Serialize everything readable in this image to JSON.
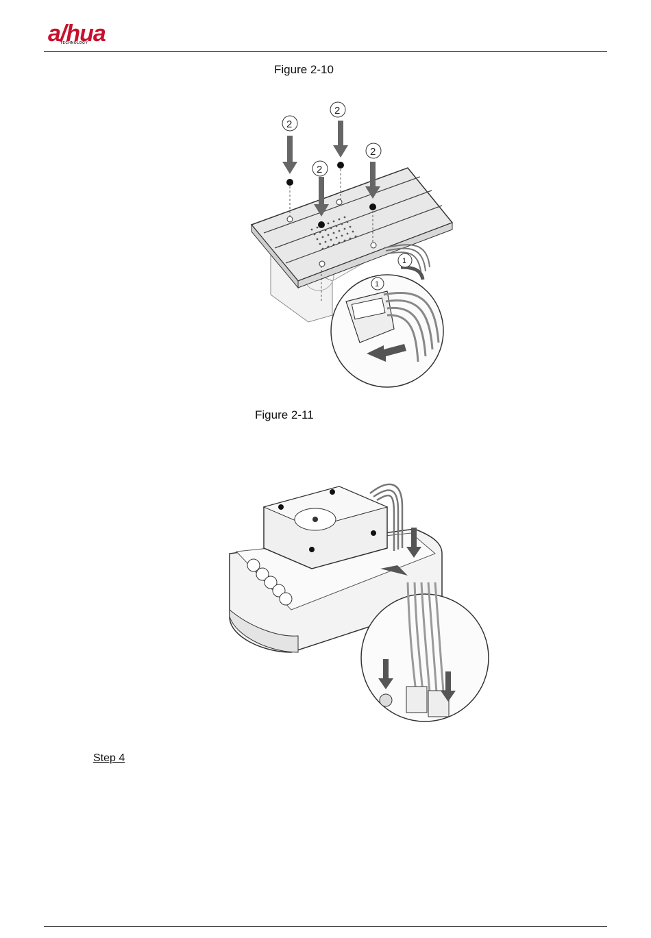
{
  "header": {
    "logo_text": "a/hua",
    "logo_subtext": "TECHNOLOGY",
    "brand_color": "#c8102e"
  },
  "figures": [
    {
      "caption": "Figure 2-10",
      "callouts": [
        "2",
        "2",
        "2",
        "2",
        "1",
        "1"
      ]
    },
    {
      "caption": "Figure 2-11"
    }
  ],
  "step": {
    "label": "Step 4"
  }
}
